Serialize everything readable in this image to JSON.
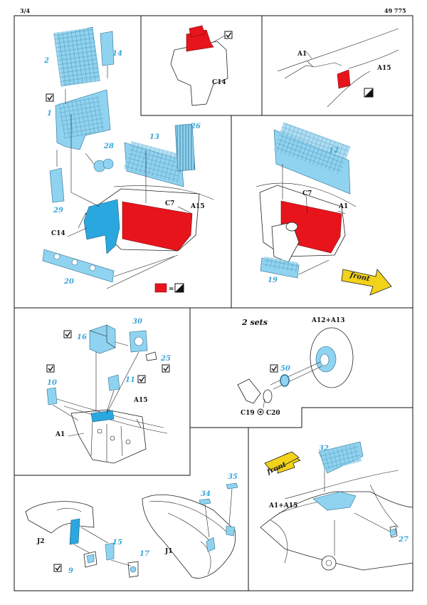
{
  "header": {
    "page": "3/4",
    "kit_no": "49 775"
  },
  "colors": {
    "photo_etch": "#8fd3f0",
    "photo_etch_dark": "#2ba7e0",
    "paint_red": "#e8141c",
    "arrow_yellow": "#f2d21a"
  },
  "panel_a": {
    "parts": [
      "2",
      "14",
      "1",
      "28",
      "13",
      "26",
      "29",
      "20"
    ],
    "labels": [
      "C7",
      "A15",
      "C14"
    ]
  },
  "panel_b": {
    "labels": [
      "C14"
    ]
  },
  "panel_c": {
    "labels": [
      "A1",
      "A15"
    ]
  },
  "panel_d": {
    "parts": [
      "12",
      "19"
    ],
    "labels": [
      "C7",
      "A1"
    ],
    "arrow": "front"
  },
  "panel_e": {
    "parts": [
      "30",
      "16",
      "25",
      "11",
      "10"
    ],
    "labels": [
      "A15",
      "A1"
    ]
  },
  "panel_f": {
    "sets": "2 sets",
    "parts": [
      "50"
    ],
    "labels": [
      "A12+A13",
      "C19",
      "C20"
    ]
  },
  "panel_g": {
    "parts": [
      "35",
      "34",
      "15",
      "17",
      "9"
    ],
    "labels": [
      "J2",
      "J1"
    ]
  },
  "panel_h": {
    "parts": [
      "32",
      "27"
    ],
    "labels": [
      "A1+A15"
    ],
    "arrow": "front"
  },
  "legend": {
    "equals": "="
  }
}
